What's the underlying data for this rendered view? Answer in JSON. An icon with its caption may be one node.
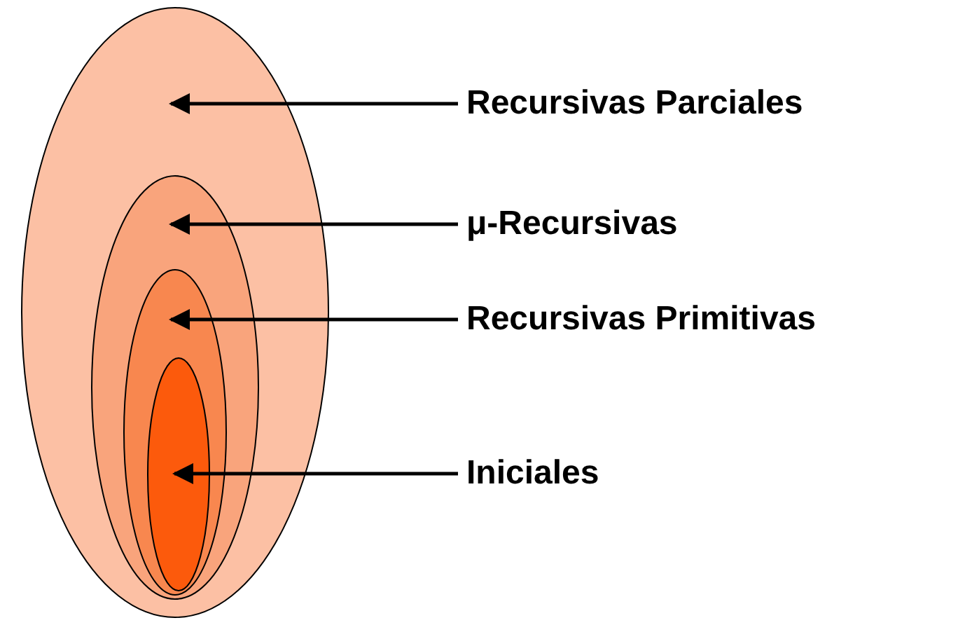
{
  "diagram": {
    "nodes": [
      {
        "text": [],
        "shape": "ellipse"
      },
      {
        "text": [],
        "shape": "ellipse",
        "in": 0
      },
      {
        "text": [],
        "shape": "ellipse",
        "in": 1
      },
      {
        "text": [],
        "shape": "ellipse",
        "in": 2
      },
      {
        "text": [
          "Recursivas Parciales"
        ]
      },
      {
        "text": [
          "μ-Recursivas"
        ]
      },
      {
        "text": [
          "Recursivas Primitivas"
        ]
      },
      {
        "text": [
          "Iniciales"
        ]
      }
    ],
    "edges": [
      {
        "from": 4,
        "to": 0,
        "arrow": "to"
      },
      {
        "from": 5,
        "to": 1,
        "arrow": "to"
      },
      {
        "from": 6,
        "to": 2,
        "arrow": "to"
      },
      {
        "from": 7,
        "to": 3,
        "arrow": "to"
      }
    ]
  }
}
